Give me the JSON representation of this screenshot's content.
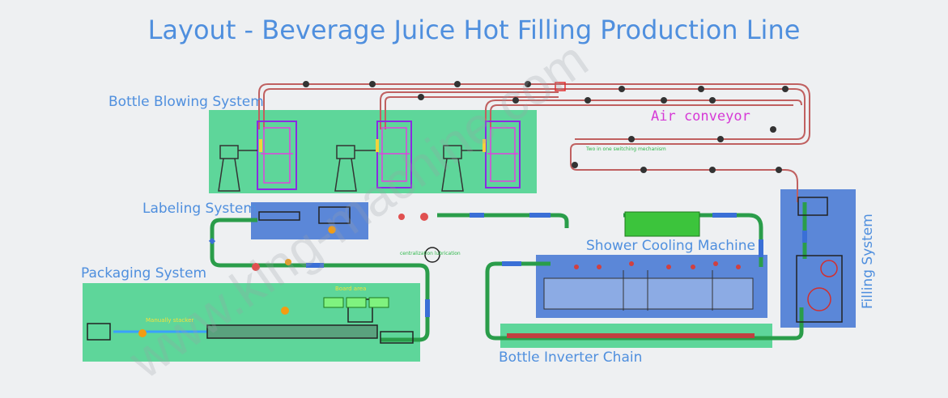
{
  "title": "Layout - Beverage Juice Hot Filling Production Line",
  "labels": {
    "bottle_blowing": "Bottle Blowing System",
    "labeling": "Labeling System",
    "packaging": "Packaging System",
    "shower_cooling": "Shower Cooling Machine",
    "filling": "Filling System",
    "bottle_inverter": "Bottle Inverter Chain",
    "air_conveyor": "Air conveyor",
    "two_in_one": "Two in one switching mechanism",
    "centralization": "centralization lubrication",
    "board_area": "Board area",
    "manually_stacker": "Manually stacker"
  },
  "watermark": "www.king-machine.com",
  "colors": {
    "title": "#4f8fde",
    "green_zone": "#5ed69a",
    "blue_zone": "#5b87d8",
    "conveyor": "#2a9d4a",
    "air_conveyor": "#c06060",
    "air_label": "#d63ad6"
  }
}
